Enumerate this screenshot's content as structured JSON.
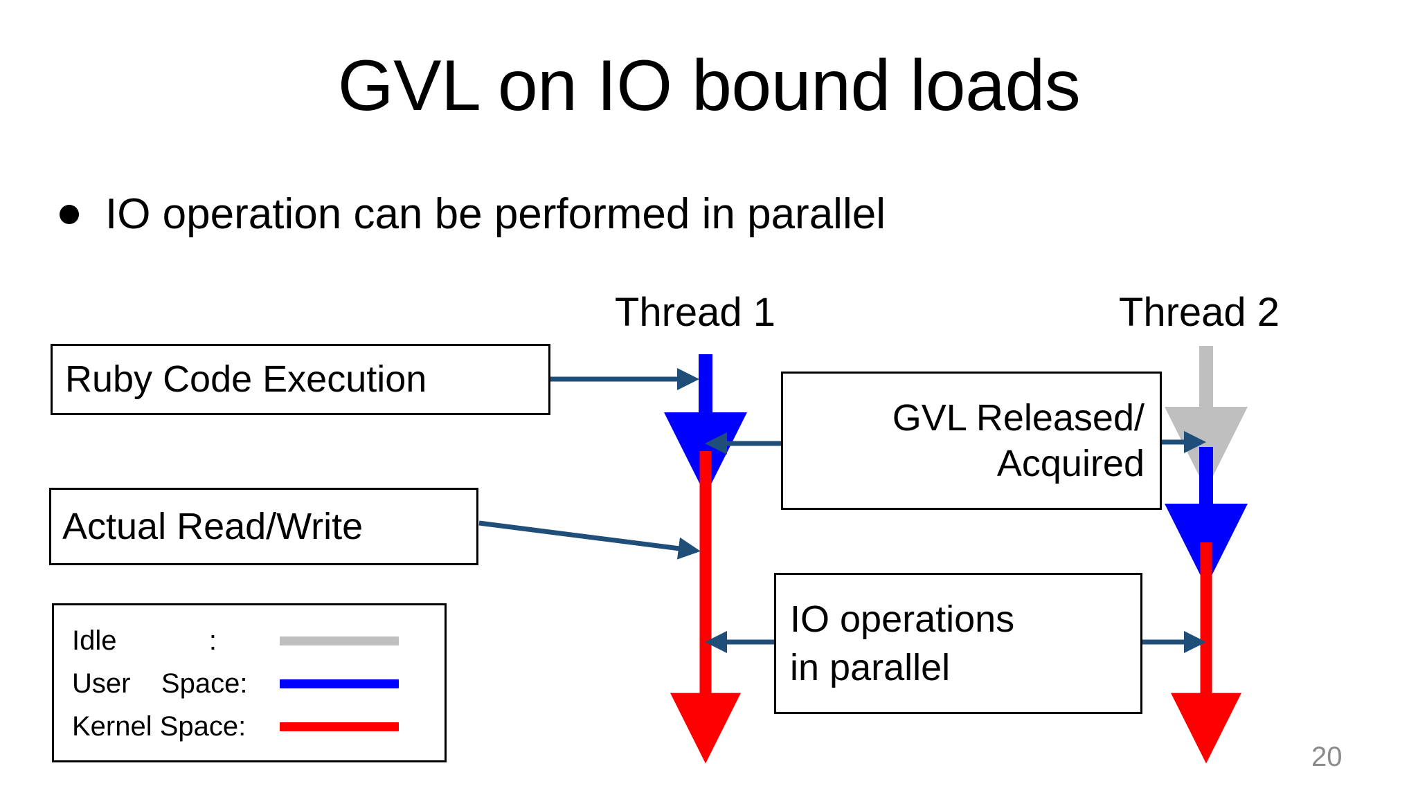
{
  "slide": {
    "title": "GVL on IO bound loads",
    "page_number": "20",
    "background_color": "#ffffff"
  },
  "bullets": [
    {
      "marker": "bullet-dot",
      "text": "IO operation can be performed in parallel"
    }
  ],
  "diagram": {
    "thread_headers": [
      {
        "label": "Thread 1"
      },
      {
        "label": "Thread 2"
      }
    ],
    "callout_boxes": [
      {
        "name": "ruby-code-execution",
        "text": "Ruby Code Execution"
      },
      {
        "name": "actual-read-write",
        "text": "Actual Read/Write"
      },
      {
        "name": "gvl-released-acquired",
        "line1": "GVL Released/",
        "line2": "Acquired"
      },
      {
        "name": "io-operations-parallel",
        "line1": "IO operations",
        "line2": "in parallel"
      }
    ],
    "timelines": [
      {
        "thread": "Thread 1",
        "segments": [
          {
            "state": "User Space",
            "color": "#0000ff"
          },
          {
            "state": "Kernel Space",
            "color": "#ff0000"
          }
        ]
      },
      {
        "thread": "Thread 2",
        "segments": [
          {
            "state": "Idle",
            "color": "#bfbfbf"
          },
          {
            "state": "User Space",
            "color": "#0000ff"
          },
          {
            "state": "Kernel Space",
            "color": "#ff0000"
          }
        ]
      }
    ],
    "connector_color": "#1f4e79"
  },
  "legend": {
    "rows": [
      {
        "label": "Idle            :",
        "color": "#bfbfbf",
        "swatch": "idle-swatch"
      },
      {
        "label": "User    Space:",
        "color": "#0000ff",
        "swatch": "user-space-swatch"
      },
      {
        "label": "Kernel Space:",
        "color": "#ff0000",
        "swatch": "kernel-space-swatch"
      }
    ]
  },
  "colors": {
    "idle": "#bfbfbf",
    "user_space": "#0000ff",
    "kernel_space": "#ff0000",
    "connector": "#1f4e79",
    "text": "#000000",
    "page_number": "#8a8a8a"
  }
}
